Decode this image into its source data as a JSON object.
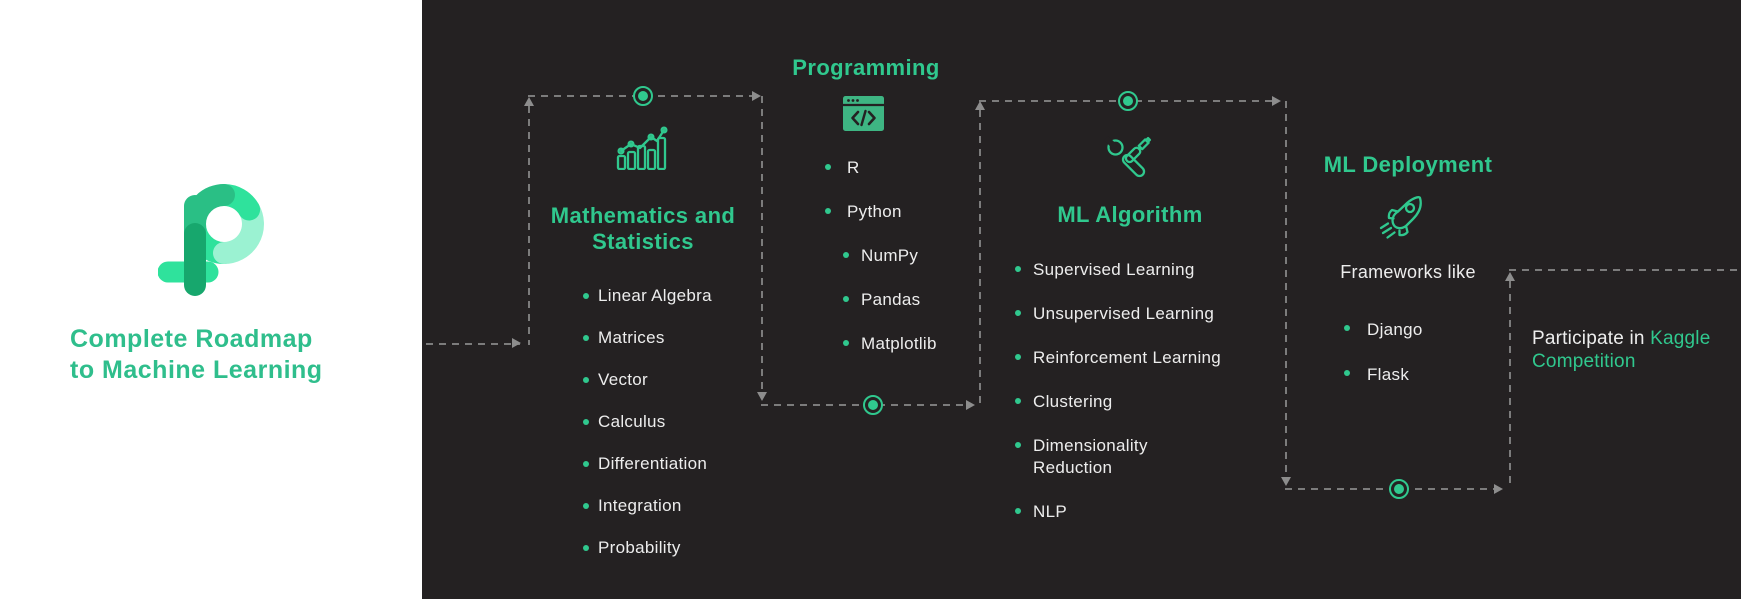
{
  "colors": {
    "background": "#242122",
    "panel": "#ffffff",
    "accent": "#30c88e",
    "text": "#ededed",
    "dash": "#7c7c7c",
    "logo_greens": [
      "#2abf85",
      "#2fe29c",
      "#9bf2d2",
      "#17a76d"
    ]
  },
  "brand": {
    "logo": "p-logo",
    "title_line1": "Complete Roadmap",
    "title_line2": "to Machine Learning"
  },
  "sections": [
    {
      "id": "math-statistics",
      "icon": "bar-chart-icon",
      "title_line1": "Mathematics and",
      "title_line2": "Statistics",
      "items": [
        {
          "label": "Linear Algebra"
        },
        {
          "label": "Matrices"
        },
        {
          "label": "Vector"
        },
        {
          "label": "Calculus"
        },
        {
          "label": "Differentiation"
        },
        {
          "label": "Integration"
        },
        {
          "label": "Probability"
        }
      ]
    },
    {
      "id": "programming",
      "icon": "code-window-icon",
      "title": "Programming",
      "items": [
        {
          "label": "R",
          "indent": false
        },
        {
          "label": "Python",
          "indent": false
        },
        {
          "label": "NumPy",
          "indent": true
        },
        {
          "label": "Pandas",
          "indent": true
        },
        {
          "label": "Matplotlib",
          "indent": true
        }
      ]
    },
    {
      "id": "ml-algorithm",
      "icon": "tools-icon",
      "title": "ML Algorithm",
      "items": [
        {
          "label": "Supervised Learning"
        },
        {
          "label": "Unsupervised Learning"
        },
        {
          "label": "Reinforcement Learning"
        },
        {
          "label": "Clustering"
        },
        {
          "label": "Dimensionality Reduction"
        },
        {
          "label": "NLP"
        }
      ]
    },
    {
      "id": "ml-deployment",
      "icon": "rocket-icon",
      "title": "ML Deployment",
      "subtitle": "Frameworks like",
      "items": [
        {
          "label": "Django"
        },
        {
          "label": "Flask"
        }
      ]
    }
  ],
  "final_step": {
    "text_white": "Participate in ",
    "text_green": "Kaggle Competition"
  }
}
